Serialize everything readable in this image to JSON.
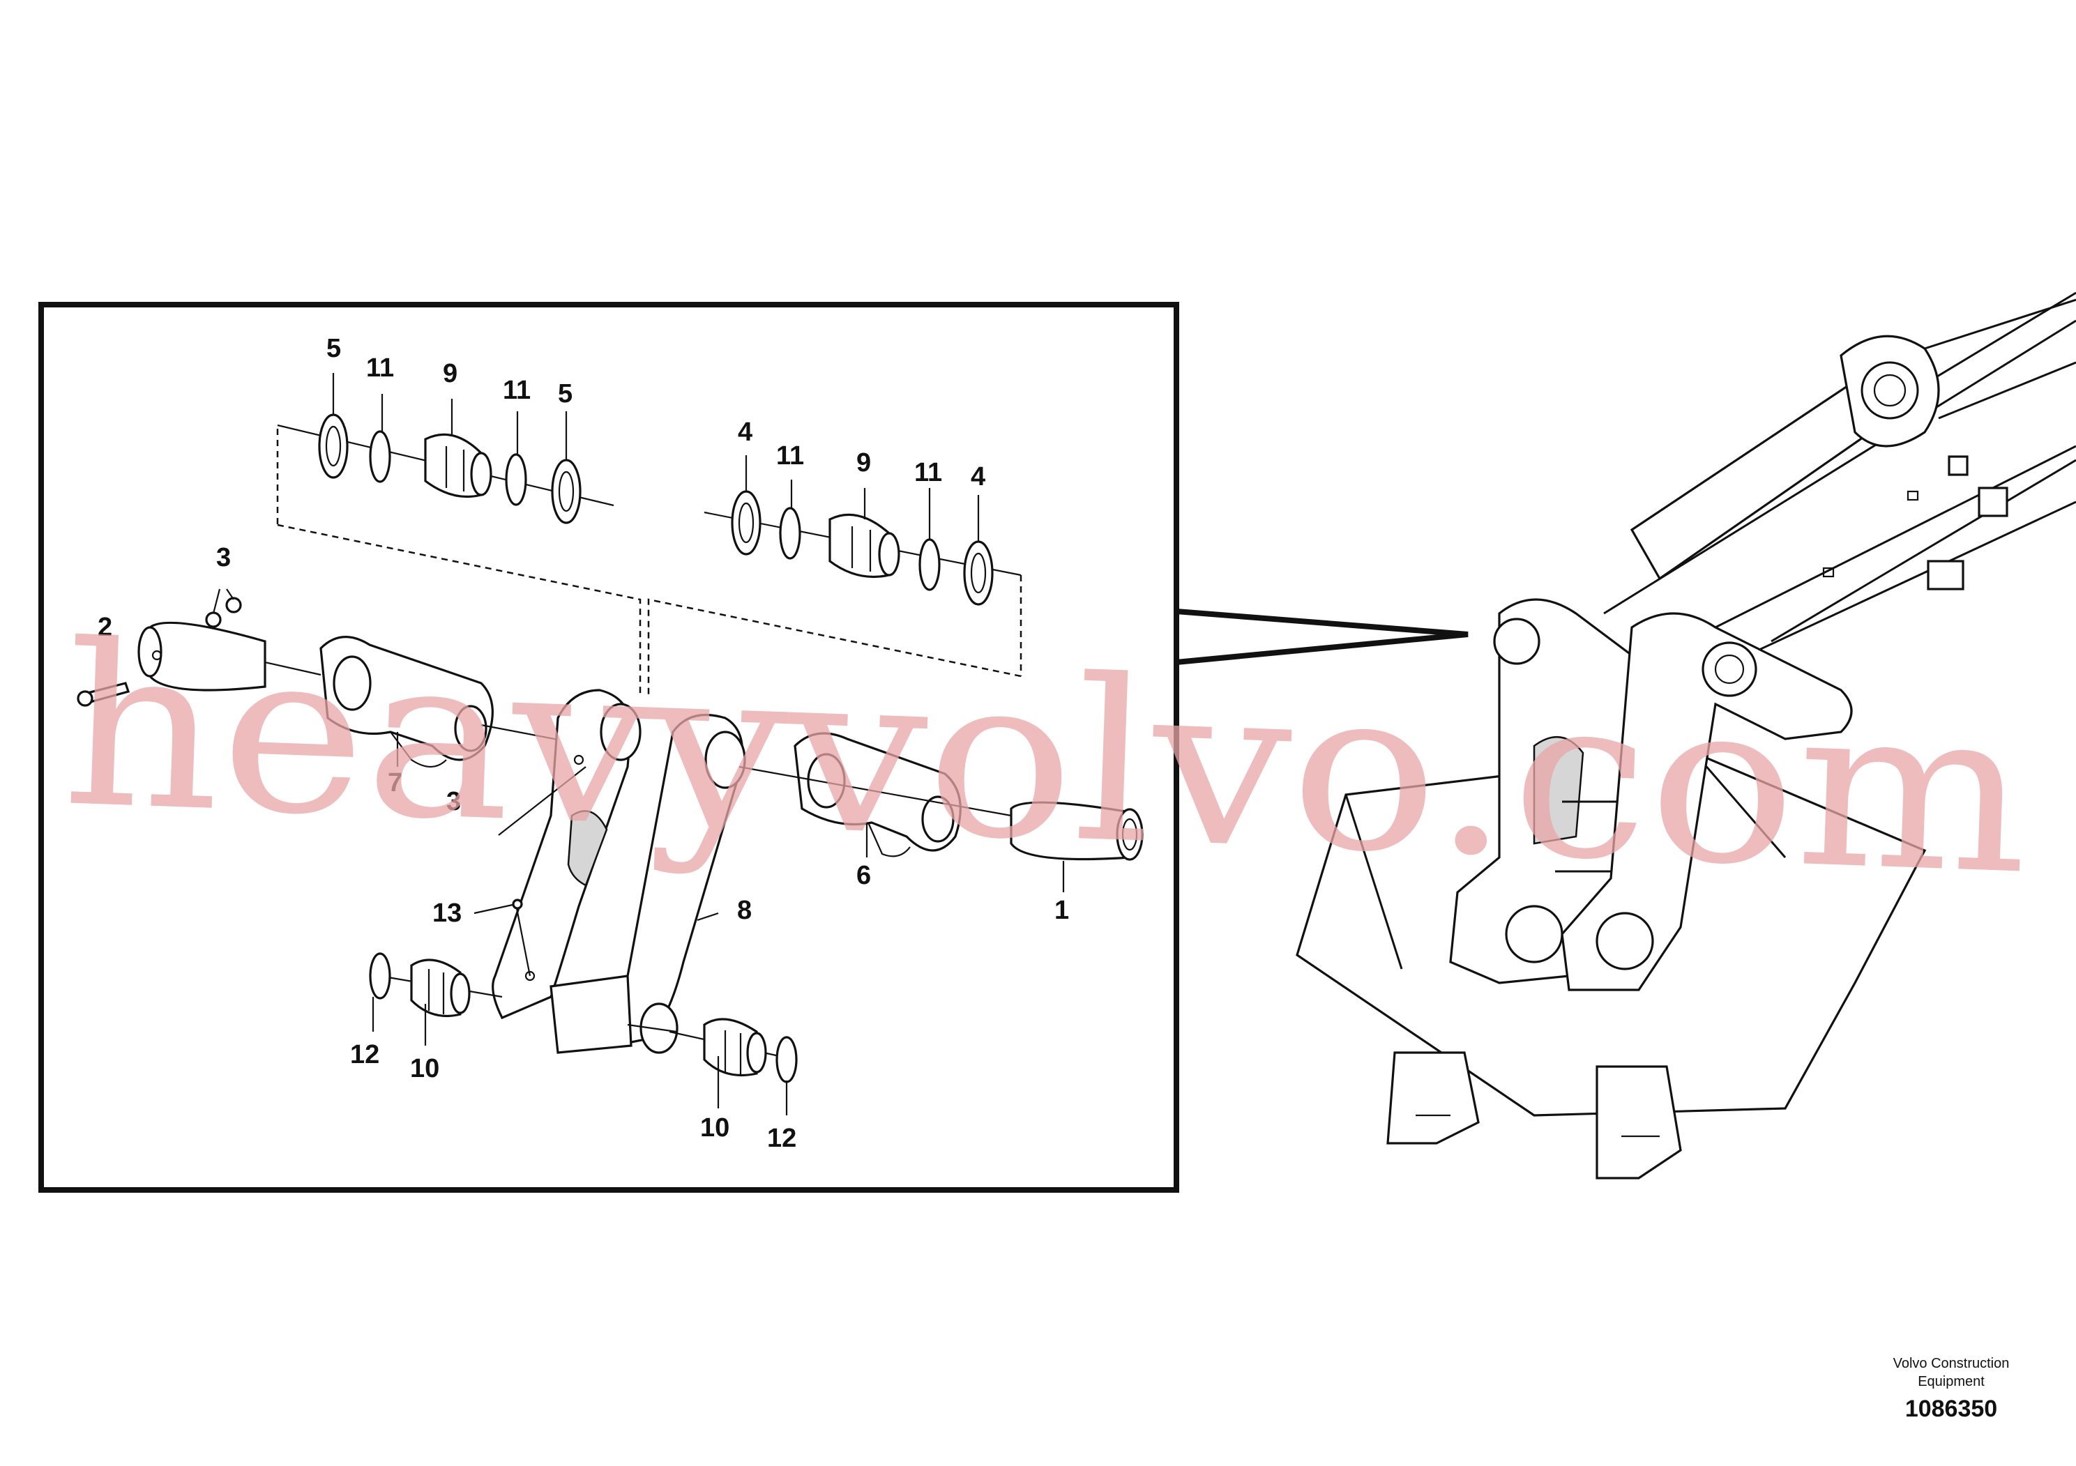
{
  "diagram": {
    "callouts": [
      {
        "id": "c5a",
        "label": "5"
      },
      {
        "id": "c11a",
        "label": "11"
      },
      {
        "id": "c9a",
        "label": "9"
      },
      {
        "id": "c11b",
        "label": "11"
      },
      {
        "id": "c5b",
        "label": "5"
      },
      {
        "id": "c4a",
        "label": "4"
      },
      {
        "id": "c11c",
        "label": "11"
      },
      {
        "id": "c9b",
        "label": "9"
      },
      {
        "id": "c11d",
        "label": "11"
      },
      {
        "id": "c4b",
        "label": "4"
      },
      {
        "id": "c3a",
        "label": "3"
      },
      {
        "id": "c2",
        "label": "2"
      },
      {
        "id": "c7",
        "label": "7"
      },
      {
        "id": "c3b",
        "label": "3"
      },
      {
        "id": "c13",
        "label": "13"
      },
      {
        "id": "c8",
        "label": "8"
      },
      {
        "id": "c6",
        "label": "6"
      },
      {
        "id": "c1",
        "label": "1"
      },
      {
        "id": "c12a",
        "label": "12"
      },
      {
        "id": "c10a",
        "label": "10"
      },
      {
        "id": "c10b",
        "label": "10"
      },
      {
        "id": "c12b",
        "label": "12"
      }
    ]
  },
  "watermark": {
    "text": "heavyvolvo.com"
  },
  "footer": {
    "brand_line1": "Volvo Construction",
    "brand_line2": "Equipment",
    "doc_number": "1086350"
  }
}
